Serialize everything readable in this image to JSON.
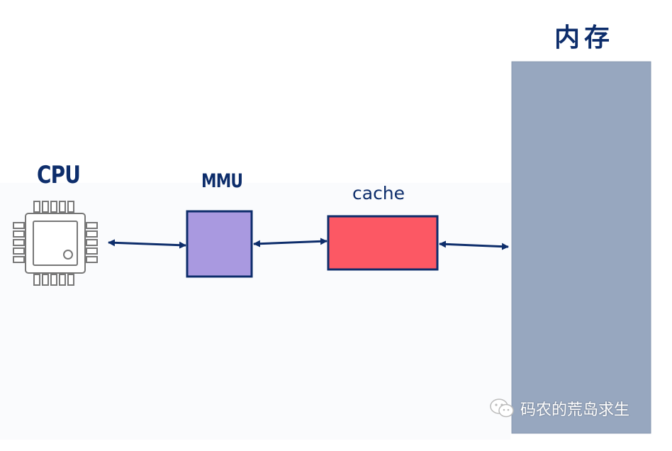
{
  "labels": {
    "cpu": "CPU",
    "mmu": "MMU",
    "cache": "cache",
    "memory": "内存"
  },
  "watermark": {
    "text": "码农的荒岛求生",
    "icon": "wechat-icon"
  },
  "icons": {
    "cpu": "cpu-chip-icon"
  },
  "colors": {
    "text": "#0d2d6b",
    "arrow": "#0d2d6b",
    "mmu_fill": "#a999e0",
    "cache_fill": "#fc5864",
    "memory_fill": "#97a7bf",
    "chip_stroke": "#777777"
  }
}
